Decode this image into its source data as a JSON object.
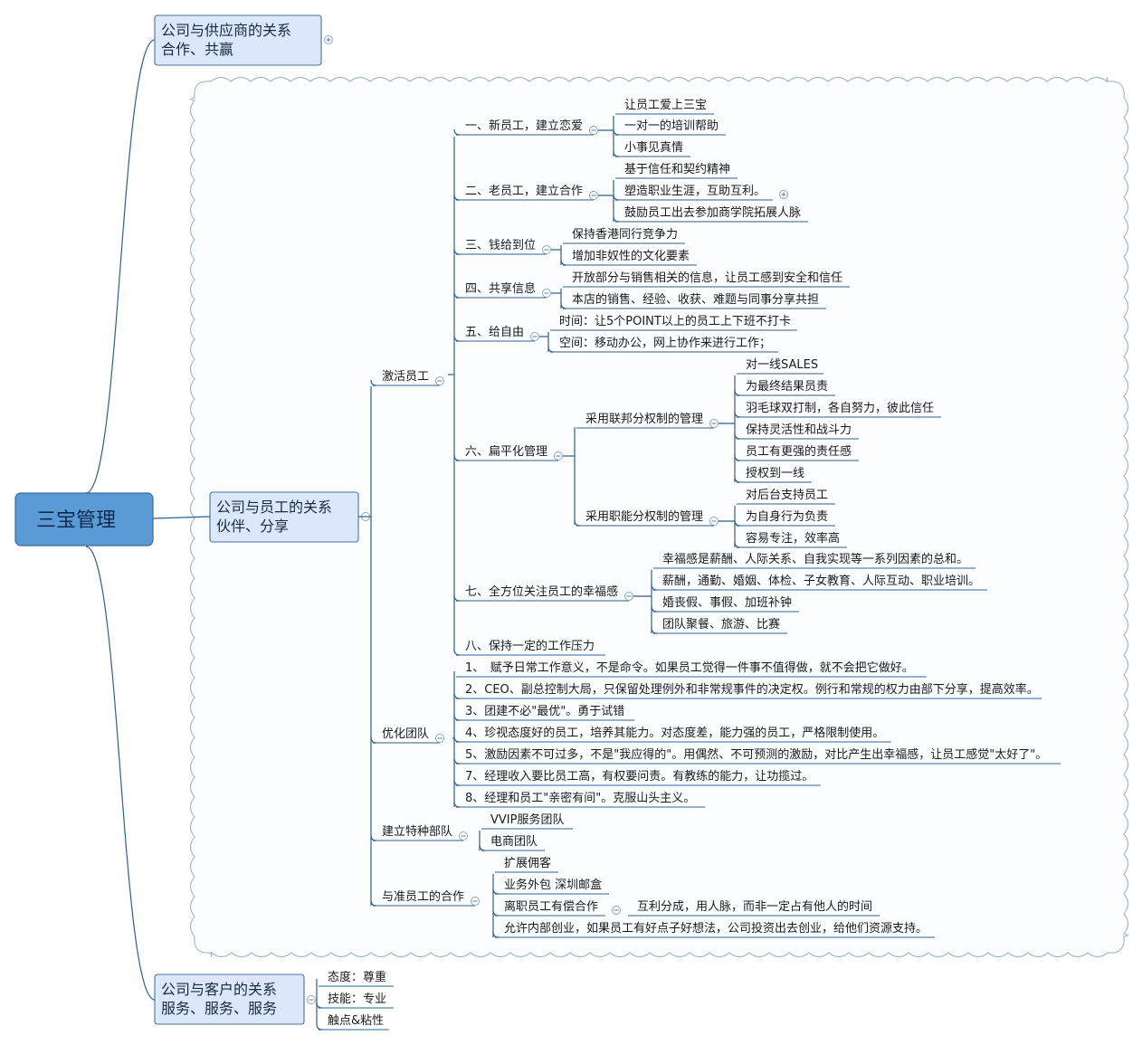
{
  "colors": {
    "line": "#2f5f8c",
    "root_fill": "#5b9bd5",
    "box_fill": "#dbe8fb",
    "box_stroke": "#4a6f9e",
    "cloud_fill": "#fcfdff",
    "cloud_stroke": "#a8b8cc"
  },
  "root": "三宝管理",
  "supplier": {
    "line1": "公司与供应商的关系",
    "line2": "合作、共赢"
  },
  "employee": {
    "line1": "公司与员工的关系",
    "line2": "伙伴、分享",
    "motivate": {
      "label": "激活员工",
      "g1": {
        "label": "一、新员工，建立恋爱",
        "items": [
          "让员工爱上三宝",
          "一对一的培训帮助",
          "小事见真情"
        ]
      },
      "g2": {
        "label": "二、老员工，建立合作",
        "items": [
          "基于信任和契约精神",
          "塑造职业生涯，互助互利。",
          "鼓励员工出去参加商学院拓展人脉"
        ]
      },
      "g3": {
        "label": "三、钱给到位",
        "items": [
          "保持香港同行竞争力",
          "增加非奴性的文化要素"
        ]
      },
      "g4": {
        "label": "四、共享信息",
        "items": [
          "开放部分与销售相关的信息，让员工感到安全和信任",
          "本店的销售、经验、收获、难题与同事分享共担"
        ]
      },
      "g5": {
        "label": "五、给自由",
        "items": [
          "时间：让5个POINT以上的员工上下班不打卡",
          "空间：移动办公，网上协作来进行工作；"
        ]
      },
      "g6": {
        "label": "六、扁平化管理",
        "a": {
          "label": "采用联邦分权制的管理",
          "items": [
            "对一线SALES",
            "为最终结果员责",
            "羽毛球双打制，各自努力，彼此信任",
            "保持灵活性和战斗力",
            "员工有更强的责任感",
            "授权到一线"
          ]
        },
        "b": {
          "label": "采用职能分权制的管理",
          "items": [
            "对后台支持员工",
            "为自身行为负责",
            "容易专注，效率高"
          ]
        }
      },
      "g7": {
        "label": "七、全方位关注员工的幸福感",
        "items": [
          "幸福感是薪酬、人际关系、自我实现等一系列因素的总和。",
          "薪酬，通勤、婚姻、体检、子女教育、人际互动、职业培训。",
          "婚丧假、事假、加班补钟",
          "团队聚餐、旅游、比赛"
        ]
      },
      "g8": {
        "label": "八、保持一定的工作压力"
      }
    },
    "optimize": {
      "label": "优化团队",
      "items": [
        "1、　赋予日常工作意义，不是命令。如果员工觉得一件事不值得做，就不会把它做好。",
        "2、CEO、副总控制大局，只保留处理例外和非常规事件的决定权。例行和常规的权力由部下分享，提高效率。",
        "3、团建不必\"最优\"。勇于试错",
        "4、珍视态度好的员工，培养其能力。对态度差，能力强的员工，严格限制使用。",
        "5、激励因素不可过多，不是\"我应得的\"。用偶然、不可预测的激励，对比产生出幸福感，让员工感觉\"太好了\"。",
        "7、经理收入要比员工高，有权要问责。有教练的能力，让功揽过。",
        "8、经理和员工\"亲密有间\"。克服山头主义。"
      ]
    },
    "special": {
      "label": "建立特种部队",
      "items": [
        "VVIP服务团队",
        "电商团队"
      ]
    },
    "quasi": {
      "label": "与准员工的合作",
      "items": [
        "扩展佣客",
        "业务外包 深圳邮盒",
        "离职员工有偿合作",
        "允许内部创业，如果员工有好点子好想法，公司投资出去创业，给他们资源支持。"
      ],
      "sub": "互利分成，用人脉，而非一定占有他人的时间"
    }
  },
  "customer": {
    "line1": "公司与客户的关系",
    "line2": "服务、服务、服务",
    "items": [
      "态度：尊重",
      "技能：专业",
      "触点&粘性"
    ]
  }
}
